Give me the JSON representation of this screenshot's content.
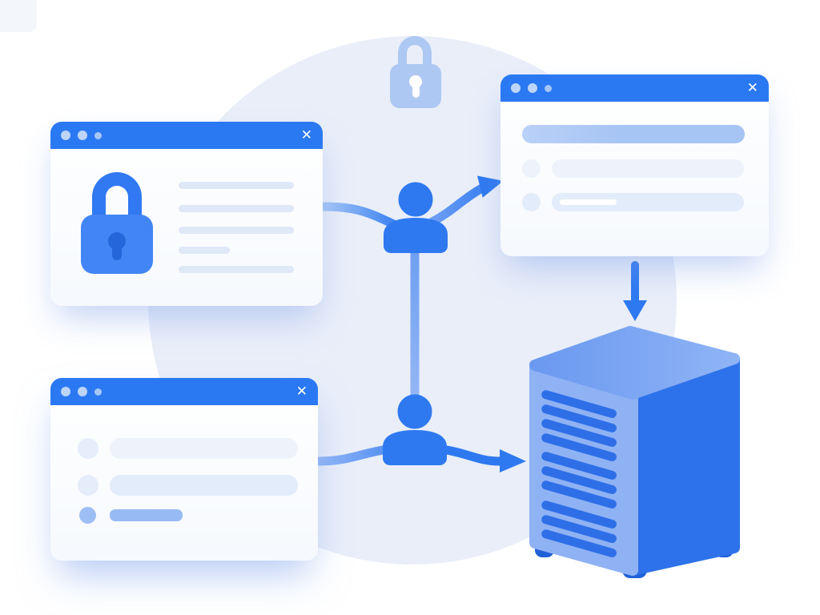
{
  "windows": {
    "close_glyph": "✕",
    "top_left": {
      "name": "lock-window",
      "traffic_dots": 3,
      "skeleton_lines": 5,
      "icon": "lock-icon"
    },
    "top_right": {
      "name": "form-window",
      "traffic_dots": 3,
      "rows": 3,
      "has_address_bar": true
    },
    "bottom_left": {
      "name": "list-window",
      "traffic_dots": 3,
      "rows": 3
    }
  },
  "icons": {
    "floating": "lock-icon",
    "center_top": "user-icon",
    "center_bottom": "user-icon",
    "bottom_right": "server-icon"
  },
  "arrows": [
    "user-to-form-window-arrow",
    "form-window-to-server-arrow",
    "user-to-server-arrow"
  ],
  "colors": {
    "background": "#ffffff",
    "backdrop_circle": "#e9eef9",
    "corner_square": "#f3f7fc",
    "titlebar_blue": "#2b79f2",
    "titlebar_dot": "#bdd5f9",
    "titlebar_dot_small": "#a6c6f7",
    "close_x": "#ffffff",
    "window_white": "#ffffff",
    "window_tint": "#f6f9fd",
    "skeleton_line": "#dfe8f7",
    "skeleton_faint": "#eef3fb",
    "skeleton_soft": "#e3ecfa",
    "skeleton_row": "#e6edfa",
    "address_bar": "#a6c4f4",
    "address_bar_light": "#bad1f8",
    "bullet_blue": "#9dbef5",
    "short_bar_blue": "#97baf4",
    "accent_blue": "#2e79f0",
    "connector_light": "#a9c8f6",
    "connector_mid": "#6d9ef2",
    "connector_soft": "#93b6f5",
    "lock_shackle": "#3079f2",
    "lock_body": "#4285f4",
    "lock_keyhole": "#2567da",
    "pale_lock": "#adc8f2",
    "server_left": "#8fb2f4",
    "server_right": "#2d72ea",
    "server_top_dark": "#6b99f0",
    "server_top_light": "#8fb4f6",
    "server_slat": "#2e6fe8",
    "server_foot": "#2161d8"
  }
}
